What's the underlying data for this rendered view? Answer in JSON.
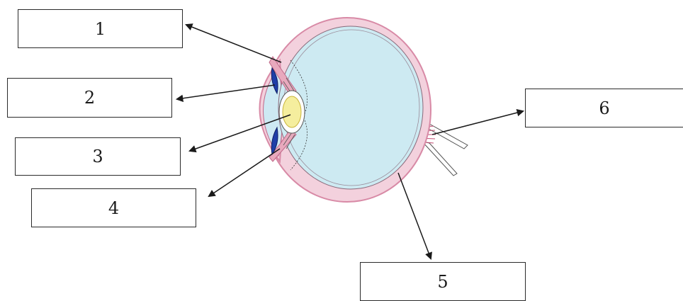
{
  "labels": [
    {
      "id": "1",
      "text": "1"
    },
    {
      "id": "2",
      "text": "2"
    },
    {
      "id": "3",
      "text": "3"
    },
    {
      "id": "4",
      "text": "4"
    },
    {
      "id": "5",
      "text": "5"
    },
    {
      "id": "6",
      "text": "6"
    }
  ],
  "colors": {
    "sclera": "#f3d1dd",
    "sclera_edge": "#d88aa6",
    "vitreous": "#cdeaf2",
    "aqueous": "#cde9f3",
    "lens": "#f5ee9e",
    "lens_edge": "#c9b43a",
    "iris": "#1f3fa8",
    "optic_nerve": "#e07a98",
    "line": "#1a1a1a"
  }
}
